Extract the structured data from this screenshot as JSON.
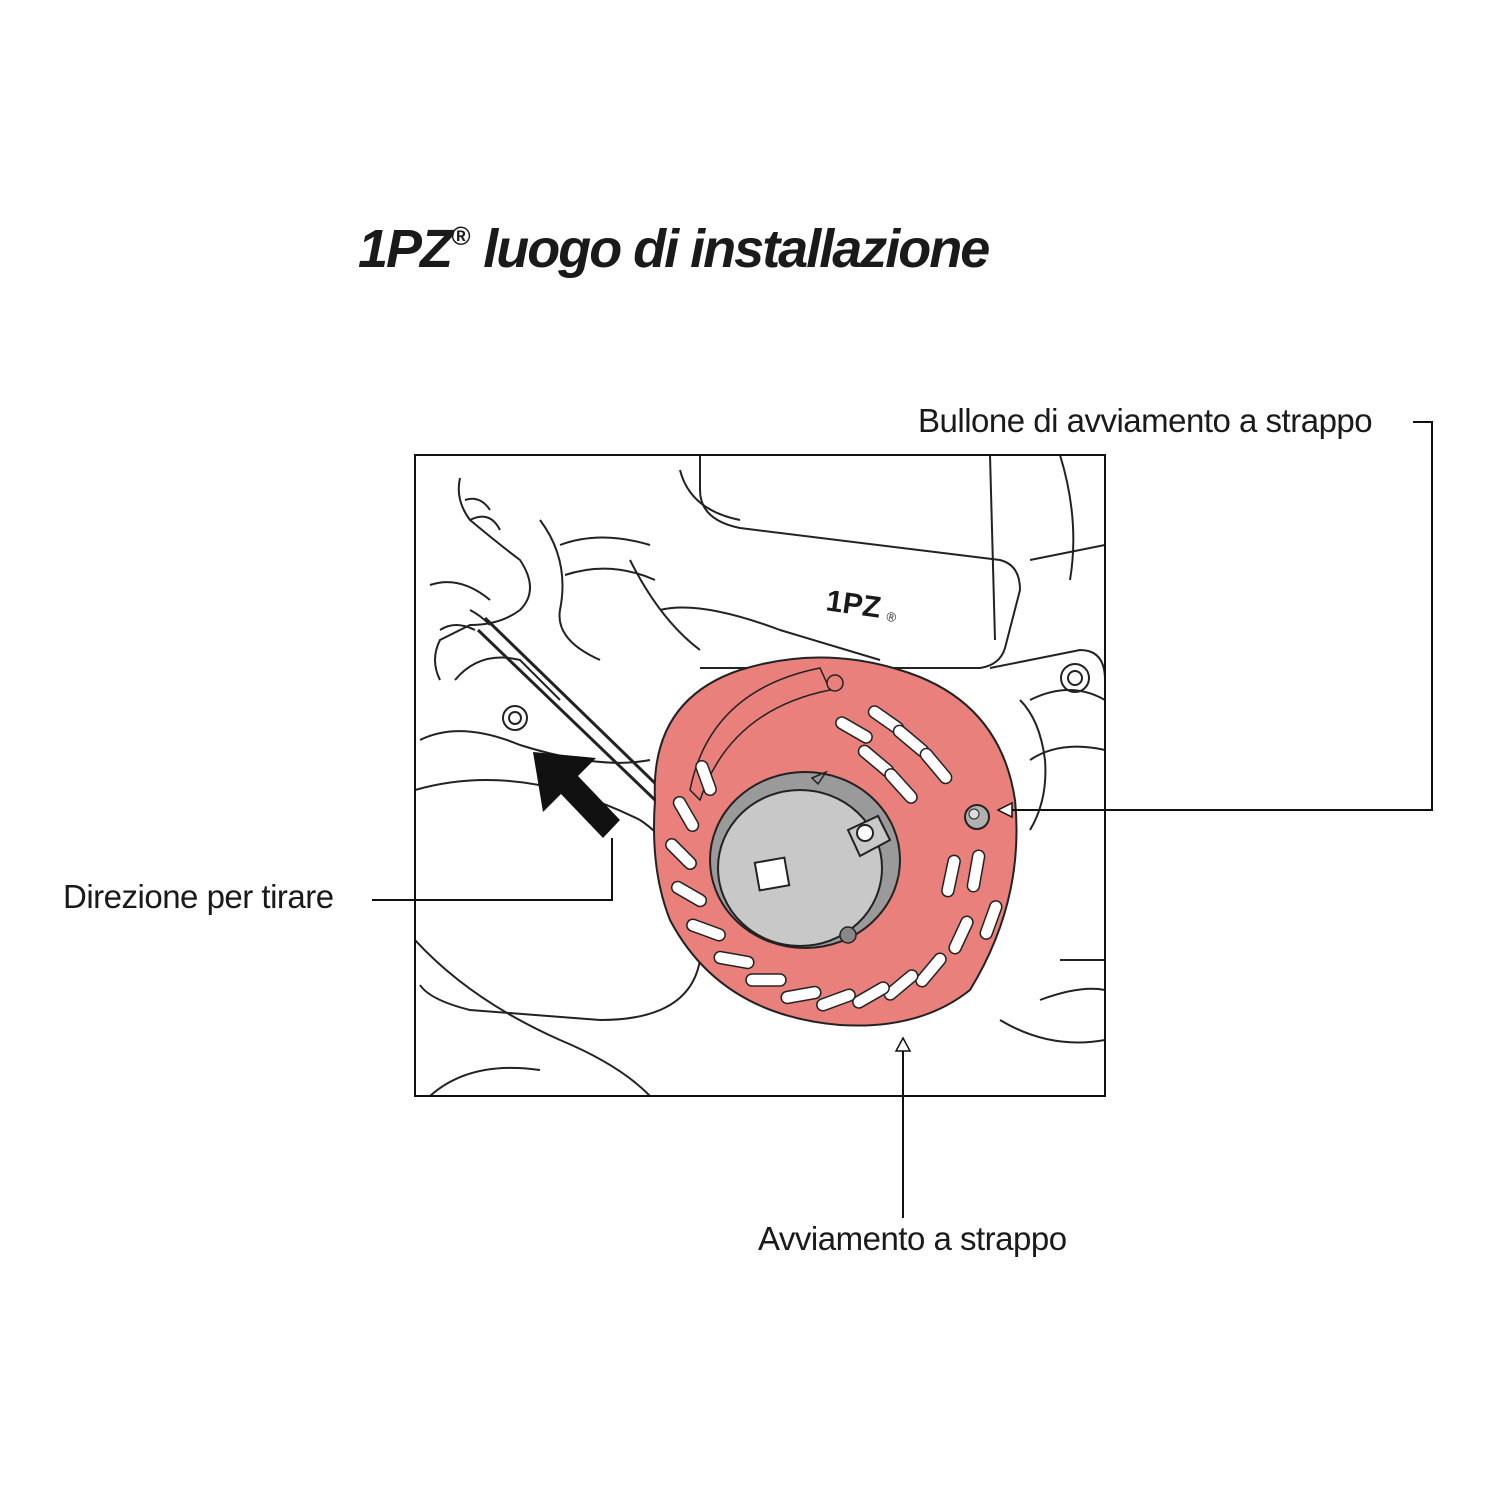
{
  "title": {
    "brand": "1PZ",
    "registered": "®",
    "text": "luogo di installazione"
  },
  "labels": {
    "bolt": "Bullone di avviamento a strappo",
    "pull_direction": "Direzione per tirare",
    "recoil_starter": "Avviamento a strappo"
  },
  "engine_brand": {
    "text": "1PZ",
    "registered": "®"
  },
  "colors": {
    "starter_red": "#e9807b",
    "hub_gray": "#c8c8c8",
    "line": "#1a1a1a"
  },
  "icons": [
    "pull-direction-arrow-icon",
    "callout-arrowhead-icon"
  ]
}
